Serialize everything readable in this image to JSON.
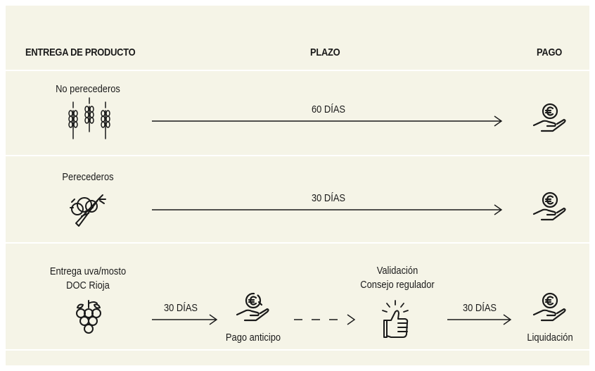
{
  "headers": {
    "product": "ENTREGA DE PRODUCTO",
    "term": "PLAZO",
    "payment": "PAGO"
  },
  "rows": [
    {
      "product": "No perecederos",
      "term": "60 DÍAS",
      "product_icon": "wheat-icon",
      "payment_icon": "hand-coin-euro-icon"
    },
    {
      "product": "Perecederos",
      "term": "30 DÍAS",
      "product_icon": "vegetables-icon",
      "payment_icon": "hand-coin-euro-icon"
    },
    {
      "product_line1": "Entrega uva/mosto",
      "product_line2": "DOC Rioja",
      "product_icon": "grapes-icon",
      "term1": "30 DÍAS",
      "advance_label": "Pago anticipo",
      "advance_icon": "hand-coin-euro-icon",
      "validation_line1": "Validación",
      "validation_line2": "Consejo regulador",
      "validation_icon": "thumbs-up-icon",
      "term2": "30 DÍAS",
      "settlement_label": "Liquidación",
      "settlement_icon": "hand-coin-euro-icon"
    }
  ],
  "colors": {
    "background": "#f5f4e7",
    "separator": "#ffffff",
    "ink": "#1a1a1a"
  }
}
